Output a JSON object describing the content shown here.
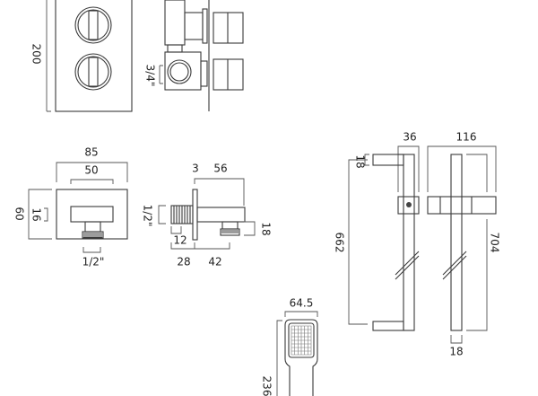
{
  "valve_plate": {
    "height": "200",
    "inlet": "3/4\""
  },
  "wall_outlet_front": {
    "overall_width": "85",
    "inner_width": "50",
    "height": "60",
    "inner_height": "16",
    "thread": "1/2\""
  },
  "wall_outlet_side": {
    "flange": "3",
    "depth": "56",
    "thread": "1/2\"",
    "thread_length": "12",
    "outlet_height": "18",
    "rear": "28",
    "outlet_offset": "42"
  },
  "riser_rail_side": {
    "depth": "36",
    "arm": "18",
    "centres": "662"
  },
  "riser_rail_front": {
    "width": "116",
    "length": "704",
    "bar": "18"
  },
  "hand_shower": {
    "width": "64.5",
    "length": "236"
  }
}
